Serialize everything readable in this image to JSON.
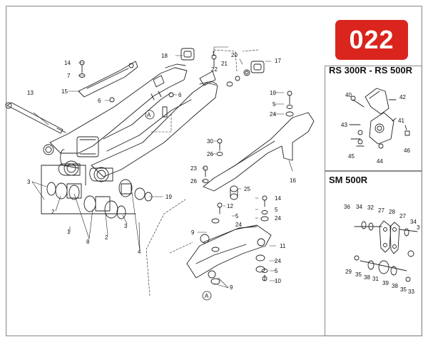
{
  "badge": {
    "text": "022",
    "color": "#d9251d"
  },
  "panels": {
    "rs": {
      "title": "RS 300R - RS 500R"
    },
    "sm": {
      "title": "SM 500R"
    }
  },
  "callouts": {
    "main": [
      "14",
      "7",
      "15",
      "6",
      "18",
      "1",
      "20",
      "17",
      "22",
      "21",
      "6",
      "13",
      "A",
      "10",
      "5",
      "24",
      "30",
      "26",
      "23",
      "26",
      "25",
      "16",
      "3",
      "2",
      "8",
      "2",
      "3",
      "4",
      "19",
      "1",
      "12",
      "5",
      "24",
      "14",
      "5",
      "24",
      "9",
      "11",
      "24",
      "5",
      "10",
      "9",
      "A"
    ],
    "rs": [
      "40",
      "42",
      "43",
      "41",
      "45",
      "44",
      "46"
    ],
    "sm": [
      "36",
      "34",
      "32",
      "27",
      "28",
      "27",
      "34",
      "3",
      "29",
      "35",
      "31",
      "38",
      "39",
      "35",
      "38",
      "33"
    ]
  }
}
